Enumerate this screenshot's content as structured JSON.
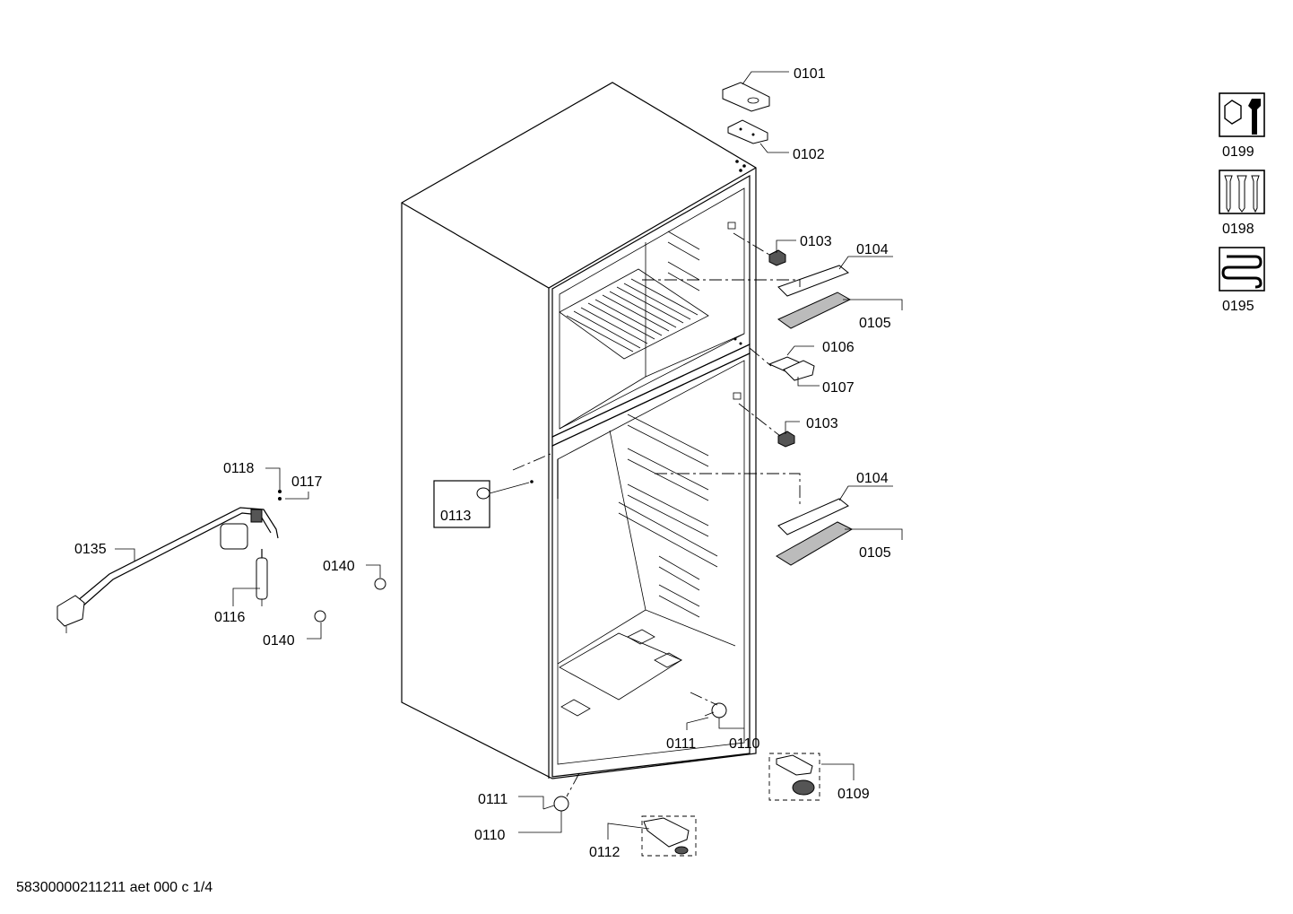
{
  "document_reference": "58300000211211 aet 000 c 1/4",
  "callouts": {
    "p0101": "0101",
    "p0102": "0102",
    "p0103a": "0103",
    "p0103b": "0103",
    "p0104a": "0104",
    "p0104b": "0104",
    "p0105a": "0105",
    "p0105b": "0105",
    "p0106": "0106",
    "p0107": "0107",
    "p0109": "0109",
    "p0110a": "0110",
    "p0110b": "0110",
    "p0111a": "0111",
    "p0111b": "0111",
    "p0112": "0112",
    "p0113": "0113",
    "p0116": "0116",
    "p0117": "0117",
    "p0118": "0118",
    "p0135": "0135",
    "p0140a": "0140",
    "p0140b": "0140"
  },
  "legend": [
    {
      "code": "0199",
      "icon": "wrench-nut-icon"
    },
    {
      "code": "0198",
      "icon": "screws-icon"
    },
    {
      "code": "0195",
      "icon": "heating-coil-icon"
    }
  ]
}
